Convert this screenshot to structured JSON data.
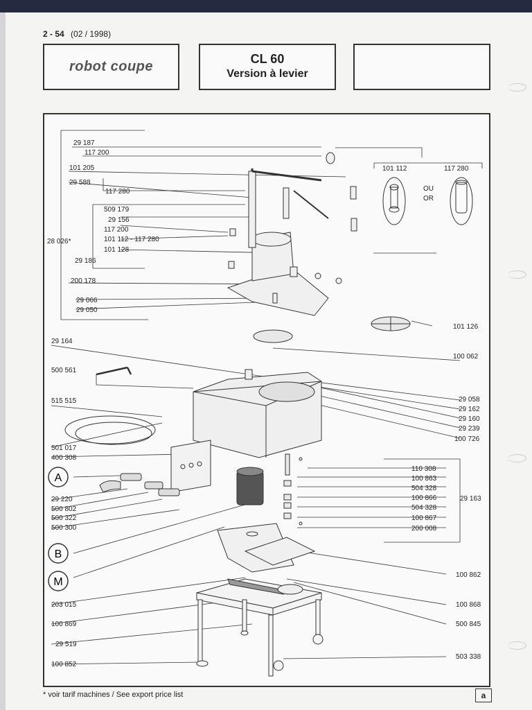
{
  "page": {
    "number": "2 - 54",
    "date": "(02 / 1998)"
  },
  "header": {
    "logo_text": "robot coupe",
    "title": "CL 60",
    "subtitle": "Version à levier"
  },
  "circle_labels": [
    "A",
    "B",
    "M"
  ],
  "labels": {
    "l29187": "29 187",
    "l117200a": "117 200",
    "l101205": "101 205",
    "l29588": "29 588",
    "l117280a": "117 280",
    "l509179": "509 179",
    "l29156": "29 156",
    "l117200b": "117 200",
    "l101112_117280": "101 112 - 117 280",
    "l101128": "101 128",
    "l28026": "28 026*",
    "l29186": "29 186",
    "l200178": "200 178",
    "l29066": "29 066",
    "l29050": "29 050",
    "l101112": "101 112",
    "l117280b": "117 280",
    "ou": "OU",
    "or": "OR",
    "l101126": "101 126",
    "l100062": "100 062",
    "l29164": "29 164",
    "l500561": "500 561",
    "l515515": "515 515",
    "l501017": "501 017",
    "l400308": "400 308",
    "l29058": "29 058",
    "l29162": "29 162",
    "l29160": "29 160",
    "l29239": "29 239",
    "l100726": "100 726",
    "l110308": "110 308",
    "l100863": "100 863",
    "l504328a": "504 328",
    "l100866": "100 866",
    "l504328b": "504 328",
    "l100867": "100 867",
    "l200008": "200 008",
    "l29163": "29 163",
    "l29220": "29 220",
    "l500802": "500 802",
    "l500322": "500 322",
    "l500300": "500 300",
    "l100862": "100 862",
    "l203015": "203 015",
    "l100868": "100 868",
    "l100869": "100 869",
    "l500845": "500 845",
    "l29519": "29 519",
    "l503338": "503 338",
    "l100852": "100 852"
  },
  "footer": {
    "note": "* voir tarif machines  /  See export price list",
    "page_letter": "a"
  }
}
